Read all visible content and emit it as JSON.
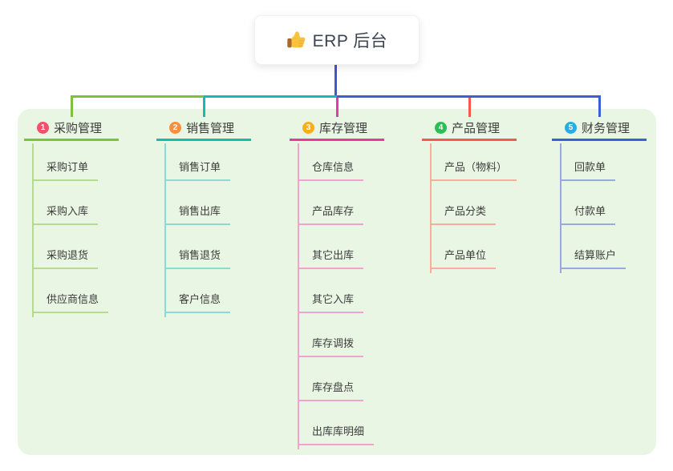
{
  "root": {
    "title": "ERP 后台",
    "icon": "thumbs-up-icon",
    "icon_colors": {
      "hand": "#f9c23c",
      "cuff": "#a9682a",
      "shade": "#e8a33d"
    }
  },
  "colors": {
    "page_bg": "#ffffff",
    "panel_bg": "#e9f6e3",
    "root_stem": "#4156cf",
    "root_text": "#3a4452",
    "node_text": "#3c3c3c"
  },
  "branches": [
    {
      "index": "1",
      "label": "采购管理",
      "badge_color": "#f3506b",
      "line_color": "#7ec13c",
      "light_line_color": "#b4db90",
      "children": [
        "采购订单",
        "采购入库",
        "采购退货",
        "供应商信息"
      ]
    },
    {
      "index": "2",
      "label": "销售管理",
      "badge_color": "#f98e3e",
      "line_color": "#17b9b0",
      "light_line_color": "#8fd9d3",
      "children": [
        "销售订单",
        "销售出库",
        "销售退货",
        "客户信息"
      ]
    },
    {
      "index": "3",
      "label": "库存管理",
      "badge_color": "#fbae17",
      "line_color": "#e33ba2",
      "light_line_color": "#f2a2cf",
      "children": [
        "仓库信息",
        "产品库存",
        "其它出库",
        "其它入库",
        "库存调拨",
        "库存盘点",
        "出库库明细"
      ]
    },
    {
      "index": "4",
      "label": "产品管理",
      "badge_color": "#2abf55",
      "line_color": "#f8564e",
      "light_line_color": "#fbab9f",
      "children": [
        "产品（物料）",
        "产品分类",
        "产品单位"
      ]
    },
    {
      "index": "5",
      "label": "财务管理",
      "badge_color": "#2babe3",
      "line_color": "#3d5ed6",
      "light_line_color": "#97a9e1",
      "children": [
        "回款单",
        "付款单",
        "结算账户"
      ]
    }
  ]
}
